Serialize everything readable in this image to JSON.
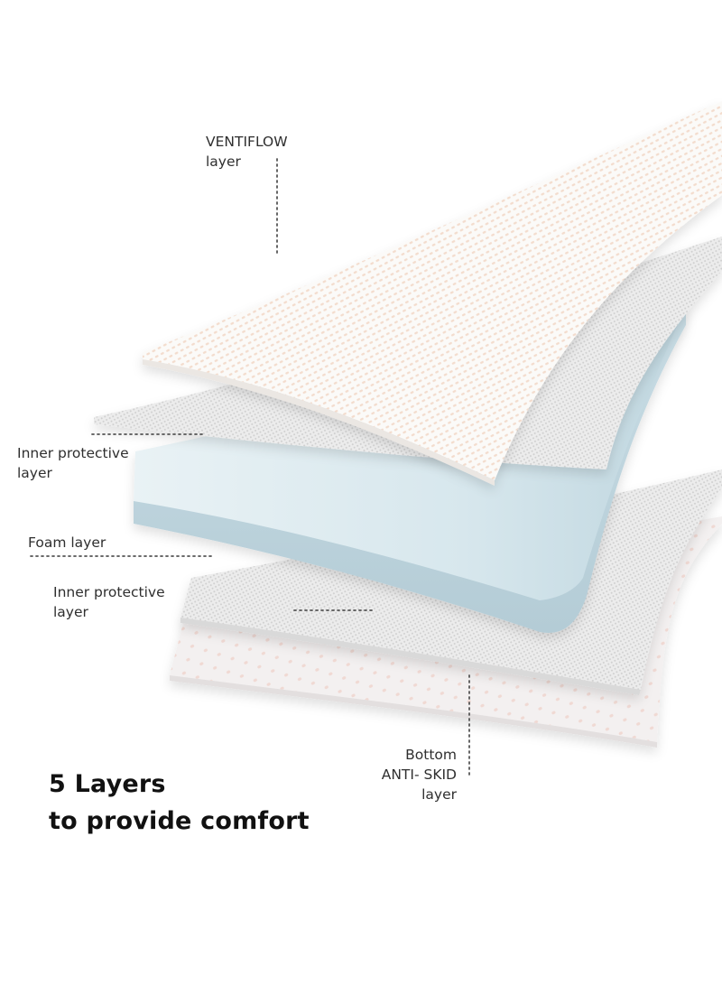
{
  "labels": {
    "ventiflow": {
      "line1": "VENTIFLOW",
      "line2": "layer"
    },
    "inner_protective_top": {
      "line1": "Inner protective",
      "line2": "layer"
    },
    "foam": {
      "line1": "Foam layer"
    },
    "inner_protective_bottom": {
      "line1": "Inner protective",
      "line2": "layer"
    },
    "bottom": {
      "line1": "Bottom",
      "line2": "ANTI- SKID",
      "line3": "layer"
    }
  },
  "headline": {
    "line1": "5 Layers",
    "line2": "to provide comfort"
  },
  "colors": {
    "top_sheet": "#f9f8f6",
    "mesh_sheet": "#e8e8e8",
    "foam": "#dce9ee",
    "foam_edge": "#c4dae2",
    "bottom_sheet": "#f1eeee",
    "pattern_dot": "#f3d9c9",
    "leader_line": "#555555",
    "text": "#2f2f2f"
  }
}
